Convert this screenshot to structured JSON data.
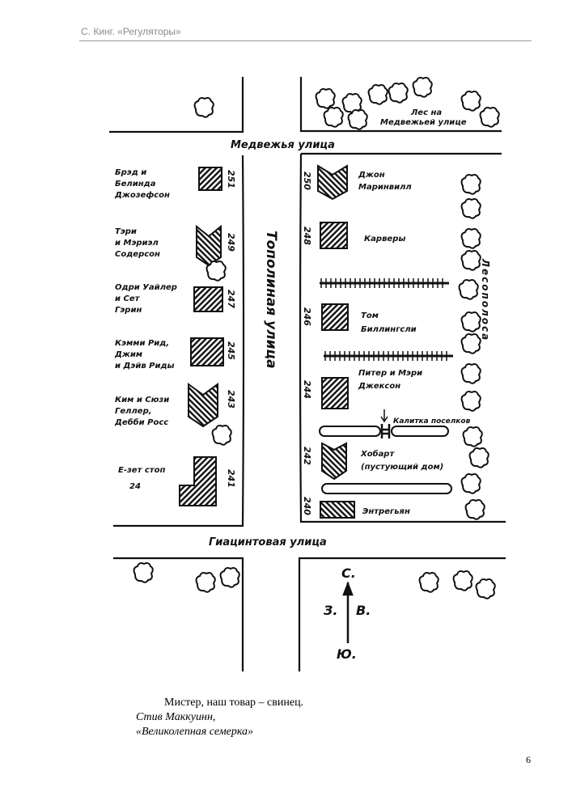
{
  "header": {
    "title": "С. Кинг. «Регуляторы»"
  },
  "map": {
    "streets": {
      "bear": "Медвежья улица",
      "poplar": "Тополиная улица",
      "hyacinth": "Гиацинтовая улица"
    },
    "forest_label": [
      "Лес на",
      "Медвежьей улице"
    ],
    "tree_belt": "Лесополоса",
    "left_houses": [
      {
        "number": "251",
        "owners": [
          "Брэд и",
          "Белинда",
          "Джозефсон"
        ]
      },
      {
        "number": "249",
        "owners": [
          "Тэри",
          "и Мэриэл",
          "Содерсон"
        ]
      },
      {
        "number": "247",
        "owners": [
          "Одри Уайлер",
          "и Сет",
          "Гэрин"
        ]
      },
      {
        "number": "245",
        "owners": [
          "Кэмми Рид,",
          "Джим",
          "и Дэйв Риды"
        ]
      },
      {
        "number": "243",
        "owners": [
          "Ким и Сюзи",
          "Геллер,",
          "Дебби Росс"
        ]
      },
      {
        "number": "241",
        "owners": [
          "Е-зет стоп",
          "24"
        ]
      }
    ],
    "right_houses": [
      {
        "number": "250",
        "owners": [
          "Джон",
          "Маринвилл"
        ]
      },
      {
        "number": "248",
        "owners": [
          "Карверы"
        ]
      },
      {
        "number": "246",
        "owners": [
          "Том",
          "Биллингсли"
        ]
      },
      {
        "number": "244",
        "owners": [
          "Питер и Мэри",
          "Джексон"
        ]
      },
      {
        "number": "242",
        "owners": [
          "Хобарт",
          "(пустующий дом)"
        ]
      },
      {
        "number": "240",
        "owners": [
          "Энтрегьян"
        ]
      }
    ],
    "gate_label": "Калитка поселков",
    "compass": {
      "n": "С.",
      "w": "З.",
      "e": "В.",
      "s": "Ю."
    }
  },
  "quote": {
    "text": "Мистер, наш товар – свинец.",
    "author": "Стив Маккуинн,",
    "source": "«Великолепная семерка»"
  },
  "page_number": "6"
}
